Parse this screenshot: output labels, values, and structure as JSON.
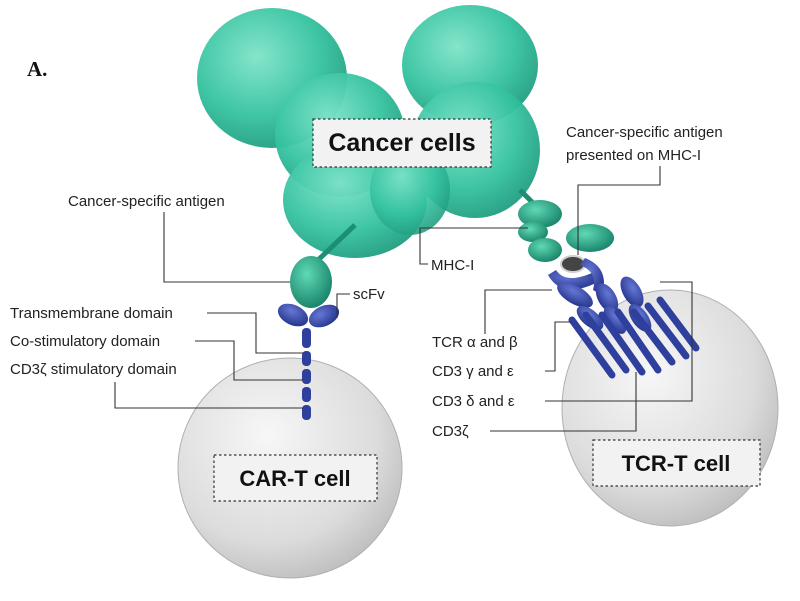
{
  "panel_label": "A.",
  "cancer_cells": {
    "title": "Cancer cells"
  },
  "car_t": {
    "title": "CAR-T cell",
    "labels": {
      "antigen": "Cancer-specific antigen",
      "transmembrane": "Transmembrane domain",
      "costim": "Co-stimulatory domain",
      "cd3z_stim": "CD3ζ stimulatory domain",
      "scfv": "scFv"
    }
  },
  "tcr_t": {
    "title": "TCR-T cell",
    "labels": {
      "antigen_mhc_line1": "Cancer-specific antigen",
      "antigen_mhc_line2": "presented on MHC-I",
      "mhc": "MHC-I",
      "tcr_ab": "TCR α and β",
      "cd3_ge": "CD3 γ and ε",
      "cd3_de": "CD3 δ and ε",
      "cd3z": "CD3ζ"
    }
  },
  "colors": {
    "cancer": "#2fbf9d",
    "cancer_dark": "#1b8f74",
    "receptor": "#2e3f9e",
    "cell_gray": "#d9d9d9",
    "cell_edge": "#a0a0a0"
  }
}
